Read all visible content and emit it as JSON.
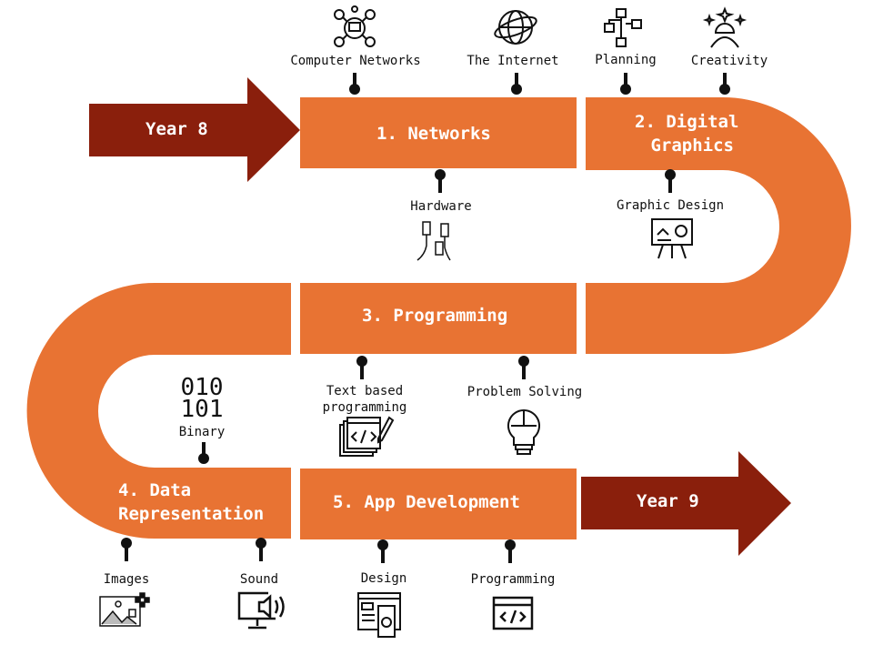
{
  "colors": {
    "orange": "#E87333",
    "dark_red": "#8A1F0C"
  },
  "start_arrow": {
    "label": "Year 8"
  },
  "end_arrow": {
    "label": "Year 9"
  },
  "units": [
    {
      "title": "1. Networks"
    },
    {
      "title_line1": "2. Digital",
      "title_line2": "Graphics"
    },
    {
      "title": "3. Programming"
    },
    {
      "title_line1": "4. Data",
      "title_line2": "Representation"
    },
    {
      "title": "5. App Development"
    }
  ],
  "topics": {
    "computer_networks": "Computer Networks",
    "the_internet": "The Internet",
    "planning": "Planning",
    "creativity": "Creativity",
    "hardware": "Hardware",
    "graphic_design": "Graphic Design",
    "text_based_line1": "Text based",
    "text_based_line2": "programming",
    "problem_solving": "Problem Solving",
    "binary": "Binary",
    "binary_glyph_line1": "010",
    "binary_glyph_line2": "101",
    "images": "Images",
    "sound": "Sound",
    "design": "Design",
    "programming": "Programming"
  }
}
